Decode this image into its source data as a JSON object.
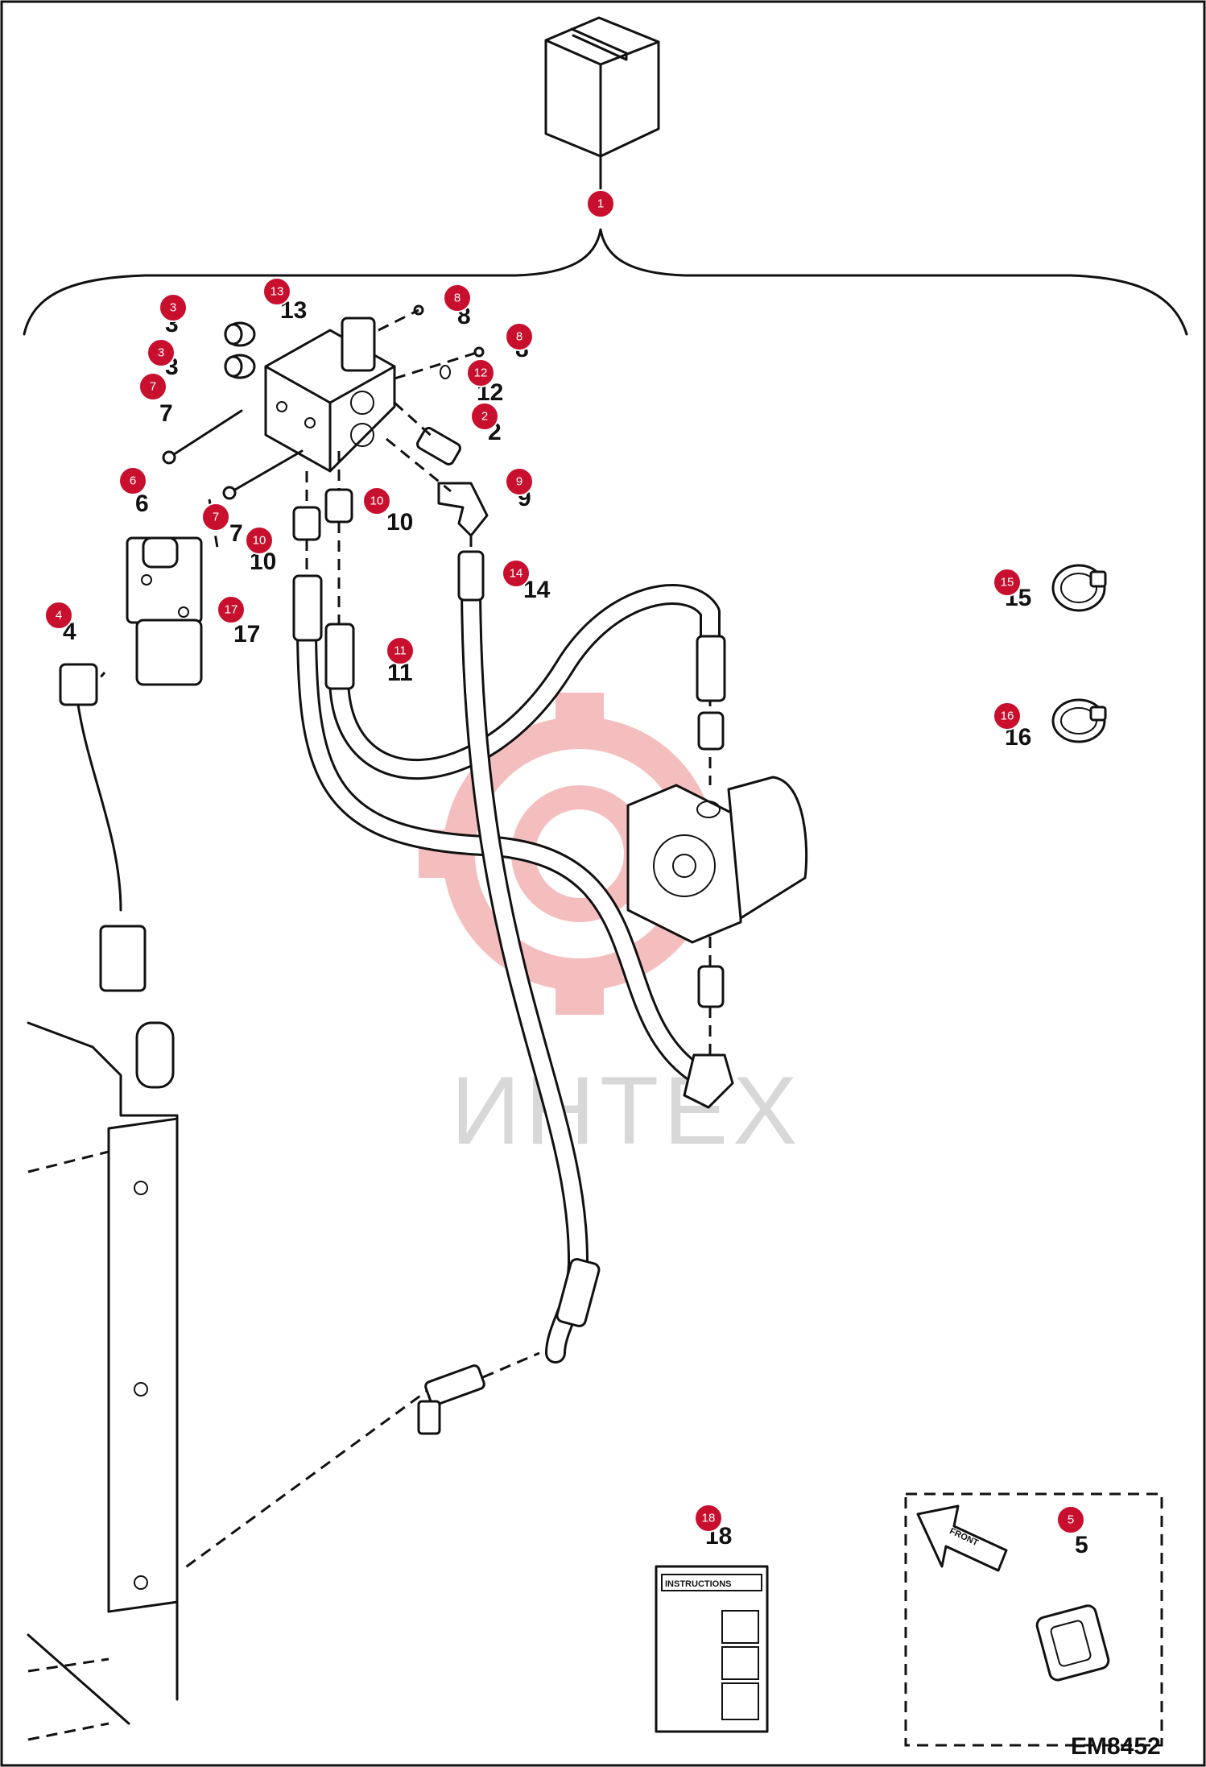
{
  "drawing_code": "EM8452",
  "watermark": "ИНТЕХ",
  "instructions_label": "INSTRUCTIONS",
  "front_label": "FRONT",
  "callouts": [
    {
      "id": "c1",
      "label": "1"
    },
    {
      "id": "c13",
      "label": "13"
    },
    {
      "id": "c3a",
      "label": "3"
    },
    {
      "id": "c3b",
      "label": "3"
    },
    {
      "id": "c7a",
      "label": "7"
    },
    {
      "id": "c8a",
      "label": "8"
    },
    {
      "id": "c8b",
      "label": "8"
    },
    {
      "id": "c12",
      "label": "12"
    },
    {
      "id": "c2",
      "label": "2"
    },
    {
      "id": "c9",
      "label": "9"
    },
    {
      "id": "c6",
      "label": "6"
    },
    {
      "id": "c10a",
      "label": "10"
    },
    {
      "id": "c10b",
      "label": "10"
    },
    {
      "id": "c7b",
      "label": "7"
    },
    {
      "id": "c14",
      "label": "14"
    },
    {
      "id": "c4",
      "label": "4"
    },
    {
      "id": "c17",
      "label": "17"
    },
    {
      "id": "c11",
      "label": "11"
    },
    {
      "id": "c15",
      "label": "15"
    },
    {
      "id": "c16",
      "label": "16"
    },
    {
      "id": "c18",
      "label": "18"
    },
    {
      "id": "c5",
      "label": "5"
    }
  ],
  "part_numbers": [
    {
      "id": "p13",
      "label": "13"
    },
    {
      "id": "p3a",
      "label": "3"
    },
    {
      "id": "p3b",
      "label": "3"
    },
    {
      "id": "p7a",
      "label": "7"
    },
    {
      "id": "p8a",
      "label": "8"
    },
    {
      "id": "p8b",
      "label": "8"
    },
    {
      "id": "p12",
      "label": "12"
    },
    {
      "id": "p2",
      "label": "2"
    },
    {
      "id": "p9",
      "label": "9"
    },
    {
      "id": "p6",
      "label": "6"
    },
    {
      "id": "p10a",
      "label": "10"
    },
    {
      "id": "p10b",
      "label": "10"
    },
    {
      "id": "p7b",
      "label": "7"
    },
    {
      "id": "p14",
      "label": "14"
    },
    {
      "id": "p4",
      "label": "4"
    },
    {
      "id": "p17",
      "label": "17"
    },
    {
      "id": "p11",
      "label": "11"
    },
    {
      "id": "p15",
      "label": "15"
    },
    {
      "id": "p16",
      "label": "16"
    },
    {
      "id": "p18",
      "label": "18"
    },
    {
      "id": "p5",
      "label": "5"
    }
  ]
}
